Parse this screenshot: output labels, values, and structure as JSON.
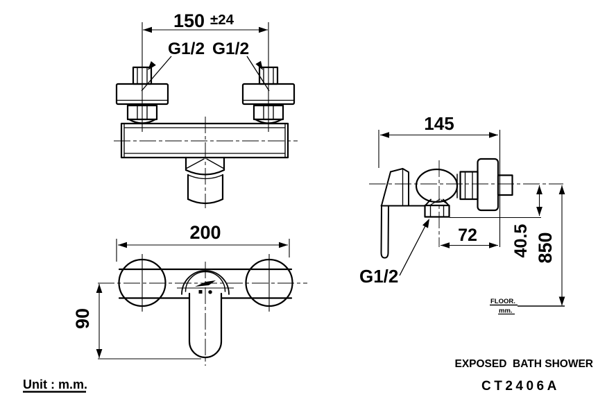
{
  "drawing": {
    "unit_note": "Unit : m.m.",
    "product_name": "EXPOSED  BATH SHOWER",
    "model_code": "CT2406A",
    "line_color": "#000000",
    "background_color": "#ffffff"
  },
  "top_view": {
    "supply_spacing_value": "150",
    "supply_spacing_tolerance": "±24",
    "left_thread_label": "G1/2",
    "right_thread_label": "G1/2"
  },
  "front_view": {
    "body_width": "200",
    "handle_drop": "90"
  },
  "side_view": {
    "depth": "145",
    "outlet_offset": "72",
    "outlet_drop": "40.5",
    "mounting_height": "850",
    "outlet_thread_label": "G1/2",
    "floor_label": "FLOOR.",
    "floor_unit_label": "mm."
  }
}
